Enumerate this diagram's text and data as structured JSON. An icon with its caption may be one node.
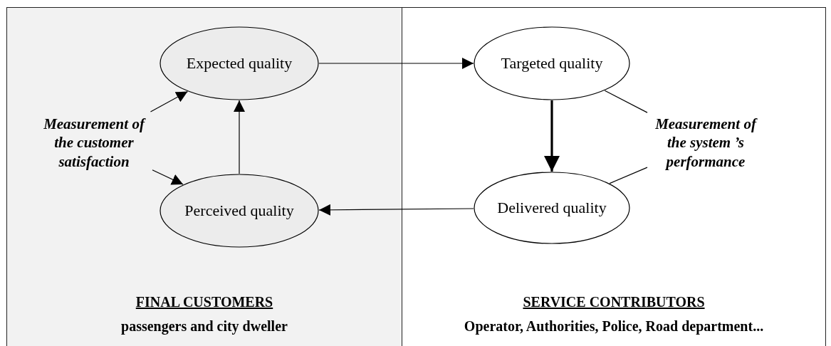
{
  "diagram": {
    "nodes": [
      {
        "text": [
          "FINAL CUSTOMERS",
          "passengers and city dweller"
        ]
      },
      {
        "text": [
          "SERVICE CONTRIBUTORS",
          "Operator, Authorities, Police, Road department..."
        ]
      },
      {
        "text": [
          "Expected quality"
        ],
        "in": 0
      },
      {
        "text": [
          "Perceived quality"
        ],
        "in": 0
      },
      {
        "text": [
          "Targeted quality"
        ],
        "in": 1
      },
      {
        "text": [
          "Delivered quality"
        ],
        "in": 1
      },
      {
        "text": [
          "Measurement of the customer satisfaction"
        ],
        "in": 0
      },
      {
        "text": [
          "Measurement of the system ’s performance"
        ],
        "in": 1
      }
    ],
    "edges": [
      {
        "from": 6,
        "to": 2,
        "arrow": "to"
      },
      {
        "from": 6,
        "to": 3,
        "arrow": "to"
      },
      {
        "from": 3,
        "to": 2,
        "arrow": "to"
      },
      {
        "from": 2,
        "to": 4,
        "arrow": "to"
      },
      {
        "from": 4,
        "to": 5,
        "arrow": "to",
        "style": "thick"
      },
      {
        "from": 5,
        "to": 3,
        "arrow": "to"
      },
      {
        "from": 7,
        "to": 4,
        "arrow": "none"
      },
      {
        "from": 7,
        "to": 5,
        "arrow": "none"
      }
    ]
  }
}
